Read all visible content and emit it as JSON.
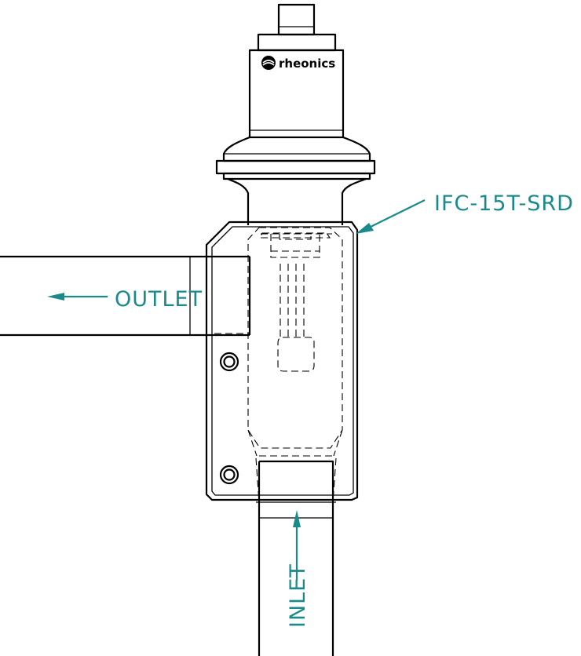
{
  "labels": {
    "model": "IFC-15T-SRD",
    "outlet": "OUTLET",
    "inlet": "INLET"
  },
  "brand": {
    "logo_text": "rheonics"
  },
  "colors": {
    "annotation": "#1a8a8a",
    "line": "#000000",
    "background": "#ffffff"
  }
}
